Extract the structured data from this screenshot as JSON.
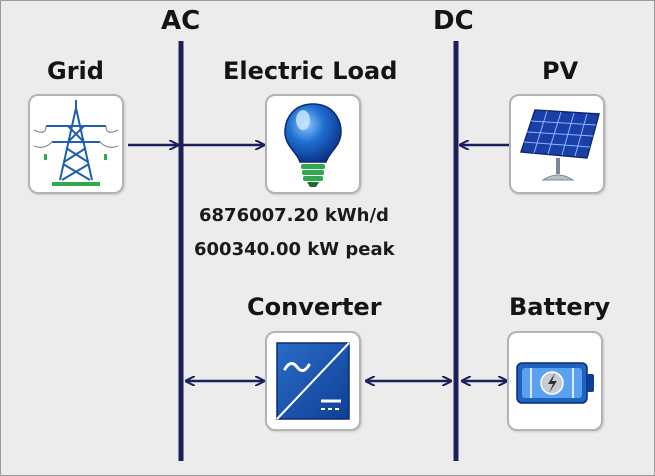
{
  "buses": {
    "ac_label": "AC",
    "dc_label": "DC"
  },
  "components": {
    "grid": {
      "label": "Grid",
      "icon": "transmission-tower-icon"
    },
    "load": {
      "label": "Electric Load",
      "icon": "light-bulb-icon"
    },
    "pv": {
      "label": "PV",
      "icon": "solar-panel-icon"
    },
    "converter": {
      "label": "Converter",
      "icon": "converter-icon"
    },
    "battery": {
      "label": "Battery",
      "icon": "battery-icon"
    }
  },
  "load_info": {
    "energy": "6876007.20 kWh/d",
    "peak": "600340.00 kW peak"
  },
  "colors": {
    "bus": "#1b1f5a",
    "background": "#ececec",
    "tile_border": "#b3b3b3",
    "icon_blue": "#1f5fb0",
    "icon_green": "#2fa84f"
  }
}
